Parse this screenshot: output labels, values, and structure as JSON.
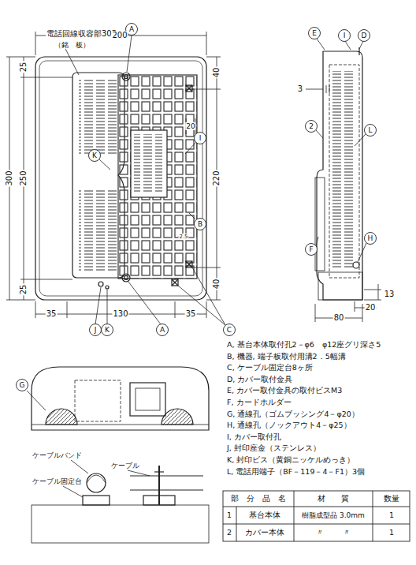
{
  "diagram": {
    "labels": [
      "電話回線収容部30P",
      "（銘　板）",
      "200",
      "A",
      "25",
      "250",
      "25",
      "300",
      "40",
      "20",
      "220",
      "40",
      "I",
      "K",
      "B",
      "2.5",
      "35",
      "130",
      "35",
      "J",
      "K",
      "A",
      "C",
      "E",
      "I",
      "D",
      "3",
      "2",
      "L",
      "H",
      "F",
      "13",
      "20",
      "80",
      "G",
      "ケーブルバンド",
      "ケーブル",
      "ケーブル固定台",
      "A, 基台本体取付孔2－φ6　φ12座グリ深さ5",
      "B, 機器, 端子板取付用溝2．5幅溝",
      "C, ケーブル固定台8ヶ所",
      "D, カバー取付金具",
      "E, カバー取付金具の取付ビスM3",
      "F, カードホルダー",
      "G, 通線孔（ゴムブッシング4－φ20）",
      "H, 通線孔（ノックアウト4－φ25）",
      "I, カバー取付孔",
      "J, 封印座金（ステンレス）",
      "K, 封印ビス（黄銅ニッケルめっき）",
      "L, 電話用端子（BF－119－4－F1）3個",
      "部　分　品　名",
      "材　　質",
      "数量",
      "1",
      "基台本体",
      "樹脂成型品 3.0mm",
      "1",
      "2",
      "カバー本体",
      "〃",
      "〃",
      "1"
    ]
  }
}
